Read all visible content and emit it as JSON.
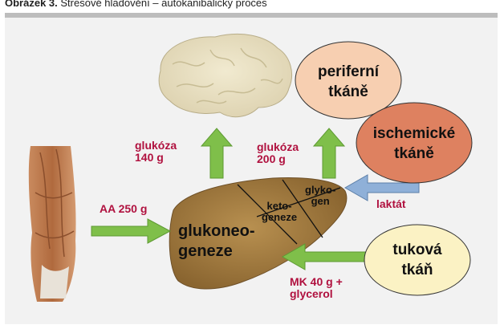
{
  "caption": {
    "prefix": "Obrázek 3.",
    "text": "Stresové hladovění – autokanibalický proces"
  },
  "labels": {
    "glukoza_140": [
      "glukóza",
      "140 g"
    ],
    "glukoza_200": [
      "glukóza",
      "200 g"
    ],
    "aa": "AA 250 g",
    "glukoneogeneze": [
      "glukoneo-",
      "geneze"
    ],
    "ketogeneze": [
      "keto-",
      "geneze"
    ],
    "glykogen": [
      "glyko-",
      "gen"
    ],
    "laktat": "laktát",
    "mk": [
      "MK 40 g +",
      "glycerol"
    ],
    "periferni": [
      "periferní",
      "tkáně"
    ],
    "ischemicke": [
      "ischemické",
      "tkáně"
    ],
    "tukova": [
      "tuková",
      "tkáň"
    ]
  },
  "colors": {
    "label_red": "#b0113f",
    "arrow_green": "#7fbf4a",
    "arrow_blue": "#8fb0d8",
    "ellipse_peach": "#f7cfb1",
    "ellipse_orange": "#de8160",
    "ellipse_yellow": "#fbf2c4",
    "liver": "#a07a3c"
  },
  "icons": {
    "brain": "brain-illustration",
    "muscle": "muscle-illustration",
    "liver": "liver-illustration"
  }
}
